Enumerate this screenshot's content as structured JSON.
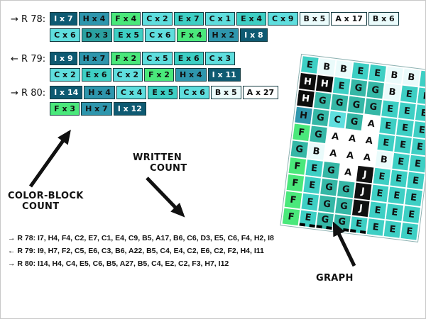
{
  "labels": {
    "written_line1": "WRITTEN",
    "written_line2": "COUNT",
    "colorblock_line1": "COLOR-BLOCK",
    "colorblock_line2": "COUNT",
    "graph": "GRAPH"
  },
  "palette": {
    "A": {
      "bg": "#ffffff",
      "fg": "#111111"
    },
    "B": {
      "bg": "#eafbfb",
      "fg": "#111111"
    },
    "C": {
      "bg": "#5fdede",
      "fg": "#111111"
    },
    "D": {
      "bg": "#2aa0a0",
      "fg": "#111111"
    },
    "E": {
      "bg": "#3ecfc4",
      "fg": "#111111"
    },
    "F": {
      "bg": "#4ae87b",
      "fg": "#111111"
    },
    "G": {
      "bg": "#35b7a6",
      "fg": "#111111"
    },
    "H": {
      "bg": "#2e96ad",
      "fg": "#111111"
    },
    "I": {
      "bg": "#0e5a72",
      "fg": "#ffffff"
    },
    "J": {
      "bg": "#101010",
      "fg": "#ffffff"
    }
  },
  "rows": [
    {
      "label": "→ R 78:",
      "lines": [
        [
          "I x 7",
          "H x 4",
          "F x 4",
          "C x 2",
          "E x 7",
          "C x 1",
          "E x 4",
          "C x 9",
          "B x 5",
          "A x 17",
          "B x 6"
        ],
        [
          "C x 6",
          "D x 3",
          "E x 5",
          "C x 6",
          "F x 4",
          "H x 2",
          "I x 8"
        ]
      ]
    },
    {
      "label": "← R 79:",
      "lines": [
        [
          "I x 9",
          "H x 7",
          "F x 2",
          "C x 5",
          "E x 6",
          "C x 3"
        ],
        [
          "C x 2",
          "E x 6",
          "C x 2",
          "F x 2",
          "H x 4",
          "I x 11"
        ]
      ]
    },
    {
      "label": "→ R 80:",
      "lines": [
        [
          "I x 14",
          "H x 4",
          "C x 4",
          "E x 5",
          "C x 6",
          "B x 5",
          "A x 27"
        ],
        [
          "F x 3",
          "H x 7",
          "I x 12"
        ]
      ]
    }
  ],
  "written": {
    "lines": [
      "→ R 78: I7, H4, F4, C2, E7, C1, E4, C9, B5, A17, B6, C6, D3, E5, C6, F4, H2, I8",
      "← R 79: I9, H7, F2, C5, E6, C3, B6, A22, B5, C4, E4, C2, E6, C2, F2, H4, I11",
      "→ R 80: I14, H4, C4, E5, C6, B5, A27, B5, C4, E2, C2, F3, H7, I12"
    ]
  },
  "graph": {
    "grid": [
      [
        "E",
        "B",
        "B",
        "E",
        "E",
        "B",
        "B",
        "E"
      ],
      [
        "H",
        "H",
        "E",
        "G",
        "G",
        "B",
        "E",
        "E"
      ],
      [
        "H",
        "G",
        "G",
        "G",
        "G",
        "E",
        "E",
        "E"
      ],
      [
        "H",
        "G",
        "C",
        "G",
        "A",
        "E",
        "E",
        "E"
      ],
      [
        "F",
        "G",
        "A",
        "A",
        "A",
        "E",
        "E",
        "E"
      ],
      [
        "G",
        "B",
        "A",
        "A",
        "A",
        "B",
        "E",
        "E"
      ],
      [
        "F",
        "E",
        "G",
        "A",
        "J",
        "E",
        "E",
        "E"
      ],
      [
        "F",
        "E",
        "G",
        "G",
        "J",
        "E",
        "E",
        "E"
      ],
      [
        "F",
        "E",
        "G",
        "G",
        "J",
        "E",
        "E",
        "E"
      ],
      [
        "F",
        "E",
        "G",
        "G",
        "E",
        "E",
        "E",
        "E"
      ]
    ],
    "highlight_cells": [
      [
        1,
        0
      ],
      [
        1,
        1
      ],
      [
        2,
        0
      ]
    ],
    "dashed_cols": [
      1,
      2,
      3,
      4
    ]
  }
}
